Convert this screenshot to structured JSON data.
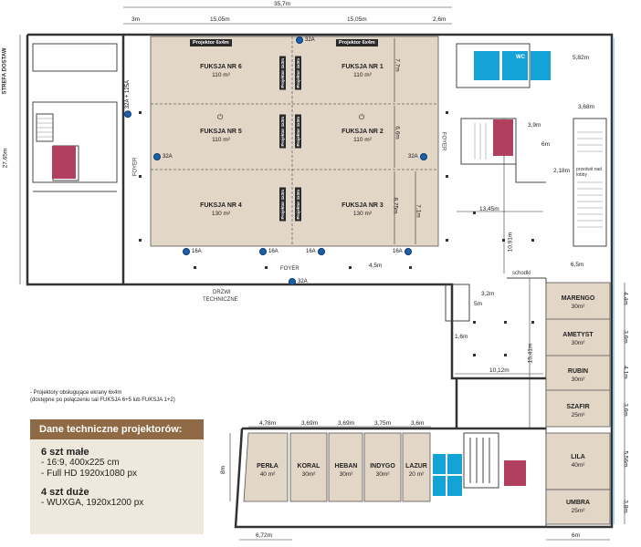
{
  "dimensions": {
    "top_total": "35,7m",
    "top_3m": "3m",
    "top_left_15": "15,05m",
    "top_right_15": "15,05m",
    "top_26": "2,6m",
    "left_2765": "27,65m",
    "left_street": "STREFA DOSTAW",
    "fuksja_77": "7,7m",
    "fuksja_66": "6,6m",
    "fuksja_875": "8,75m",
    "fuksja_71": "7,1m",
    "d_582": "5,82m",
    "d_368": "3,68m",
    "d_39": "3,9m",
    "d_6m": "6m",
    "d_218": "2,18m",
    "d_1345": "13,45m",
    "d_1091": "10,91m",
    "d_65": "6,5m",
    "d_45": "4,5m",
    "d_32": "3,2m",
    "d_5m": "5m",
    "d_16": "1,6m",
    "d_1012": "10,12m",
    "d_1541": "15,41m",
    "r_44": "4,4m",
    "r_36a": "3,6m",
    "r_41": "4,1m",
    "r_36b": "3,6m",
    "r_556": "5,56m",
    "r_38": "3,8m",
    "b_478": "4,78m",
    "b_369a": "3,69m",
    "b_369b": "3,69m",
    "b_375": "3,75m",
    "b_36": "3,6m",
    "b_8m": "8m",
    "b_672": "6,72m",
    "b_6m": "6m"
  },
  "rooms": {
    "fuksja6": {
      "name": "FUKSJA NR 6",
      "area": "110 m²"
    },
    "fuksja1": {
      "name": "FUKSJA NR 1",
      "area": "110 m²"
    },
    "fuksja5": {
      "name": "FUKSJA NR 5",
      "area": "110 m²"
    },
    "fuksja2": {
      "name": "FUKSJA NR 2",
      "area": "110 m²"
    },
    "fuksja4": {
      "name": "FUKSJA NR 4",
      "area": "130 m²"
    },
    "fuksja3": {
      "name": "FUKSJA NR 3",
      "area": "130 m²"
    },
    "marengo": {
      "name": "MARENGO",
      "area": "30m²"
    },
    "ametyst": {
      "name": "AMETYST",
      "area": "30m²"
    },
    "rubin": {
      "name": "RUBIN",
      "area": "30m²"
    },
    "szafir": {
      "name": "SZAFIR",
      "area": "25m²"
    },
    "lila": {
      "name": "LILA",
      "area": "40m²"
    },
    "umbra": {
      "name": "UMBRA",
      "area": "25m²"
    },
    "perla": {
      "name": "PERŁA",
      "area": "40 m²"
    },
    "koral": {
      "name": "KORAL",
      "area": "30m²"
    },
    "heban": {
      "name": "HEBAN",
      "area": "30m²"
    },
    "indygo": {
      "name": "INDYGO",
      "area": "30m²"
    },
    "lazur": {
      "name": "LAZUR",
      "area": "20 m²"
    }
  },
  "labels": {
    "projektor_left": "Projektor 6x4m",
    "projektor_right": "Projektor 6x4m",
    "foyer_left": "FOYER",
    "foyer_right": "FOYER",
    "foyer_bottom": "FOYER",
    "drzwi": "DRZWI",
    "techniczne": "TECHNICZNE",
    "schodki": "schodki",
    "przeswit": "prześwit nad lobby",
    "wc": "WC",
    "screen_a": "Projektor 4x3m",
    "screen_b": "Projektor 4x3m",
    "screen_c": "Projektor 4x3m",
    "screen_d": "Projektor 4x3m",
    "screen_e": "Projektor 4x3m",
    "screen_f": "Projektor 4x3m"
  },
  "outlets": {
    "o_32a_top": "32A",
    "o_32a_125a": "32A + 125A",
    "o_32a_left": "32A",
    "o_32a_right": "32A",
    "o_16a_1": "16A",
    "o_16a_2": "16A",
    "o_16a_3": "16A",
    "o_16a_4": "16A",
    "o_32a_bottom": "32A"
  },
  "note": {
    "line1": "- Projektory obsługujące ekrany 6x4m",
    "line2": "(dostępne po połączeniu sal FUKSJA 6+5 lub FUKSJA 1+2)"
  },
  "spec": {
    "title": "Dane techniczne projektorów:",
    "small_heading": "6 szt małe",
    "small_1": "- 16:9, 400x225 cm",
    "small_2": "- Full HD 1920x1080 px",
    "large_heading": "4 szt duże",
    "large_1": "- WUXGA, 1920x1200 px"
  },
  "colors": {
    "fuksja_fill": "#e2d6c6",
    "room_fill": "#e2d6c6",
    "wc_blue": "#14a3d6",
    "lift_red": "#b0405e",
    "outlet_blue": "#1d5fa8",
    "spec_header": "#8f6a44",
    "spec_body": "#efe8dc"
  }
}
